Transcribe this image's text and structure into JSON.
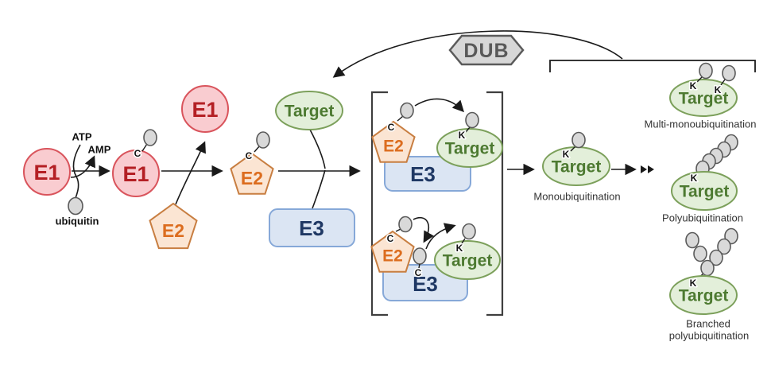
{
  "diagram": {
    "enzymes": {
      "e1": "E1",
      "e2": "E2",
      "e3": "E3",
      "dub": "DUB"
    },
    "substrate": "Target",
    "small_labels": {
      "atp": "ATP",
      "amp": "AMP",
      "ubiquitin": "ubiquitin",
      "catalytic_cysteine": "C",
      "lysine": "K"
    },
    "outcomes": {
      "mono": "Monoubiquitination",
      "multi_mono": "Multi-monoubiquitination",
      "poly": "Polyubiquitination",
      "branched_line1": "Branched",
      "branched_line2": "polyubiquitination"
    }
  },
  "colors": {
    "e1_fill": "#F9CCD0",
    "e1_stroke": "#D9545C",
    "e1_text": "#B41F24",
    "e2_fill": "#FBE5D3",
    "e2_stroke": "#C87E41",
    "e2_text": "#DC6D1F",
    "e3_fill": "#DBE5F3",
    "e3_stroke": "#86A8D8",
    "e3_text": "#1F3864",
    "target_fill": "#E3EFDA",
    "target_stroke": "#7CA05B",
    "target_text": "#4D7A31",
    "dub_fill": "#D7D7D7",
    "dub_stroke": "#5A5A5A",
    "dub_text": "#595959",
    "ub_fill": "#D9D9D9",
    "ub_stroke": "#595959",
    "line": "#1A1A1A",
    "bracket": "#3F3F3F",
    "label_text": "#333333"
  }
}
